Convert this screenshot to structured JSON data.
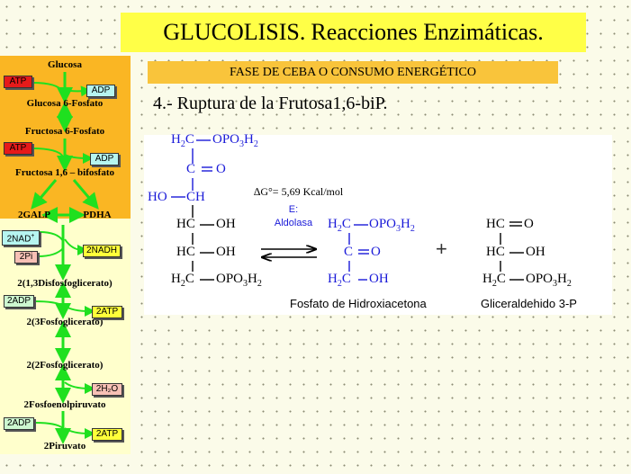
{
  "header": {
    "title_main": "GLUCOLISIS.",
    "title_sub": "Reacciones Enzimáticas."
  },
  "phase_label": "FASE DE CEBA O CONSUMO ENERGÉTICO",
  "step_label": "4.- Ruptura  de la Frutosa1,6-biP.",
  "pathway": {
    "metabolites": {
      "glucosa": "Glucosa",
      "g6p": "Glucosa 6-Fosfato",
      "f6p": "Fructosa 6-Fosfato",
      "f16bp": "Fructosa 1,6 – bifosfato",
      "galp": "2GALP",
      "dhap": "PDHA",
      "bpg": "2(1,3Disfosfoglicerato)",
      "pg3": "2(3Fosfoglicerato)",
      "pg2": "2(2Fosfoglicerato)",
      "pep": "2Fosfoenolpiruvato",
      "pyr": "2Piruvato"
    },
    "cofactors": {
      "atp1": "ATP",
      "adp1": "ADP",
      "atp2": "ATP",
      "adp2": "ADP",
      "nad_base": "2NAD",
      "nad_sup": "+",
      "nadh": "2NADH",
      "pi": "2Pi",
      "adp3": "2ADP",
      "atp3": "2ATP",
      "h2o": "2H₂O",
      "adp4": "2ADP",
      "atp4": "2ATP"
    }
  },
  "reaction": {
    "energy": "∆G°= 5,69 Kcal/mol",
    "enzyme_e": "E:",
    "enzyme_name": "Aldolasa",
    "plus": "+",
    "product1_name": "Fosfato de Hidroxiacetona",
    "product2_name": "Gliceraldehido 3-P"
  },
  "colors": {
    "title_bg": "#ffff47",
    "phase_bg": "#f9c43b",
    "side_top_bg": "#fab623",
    "side_bottom_bg": "#ffffcc",
    "arrow_green": "#1fe01f",
    "chem_blue": "#1a1ad8"
  }
}
